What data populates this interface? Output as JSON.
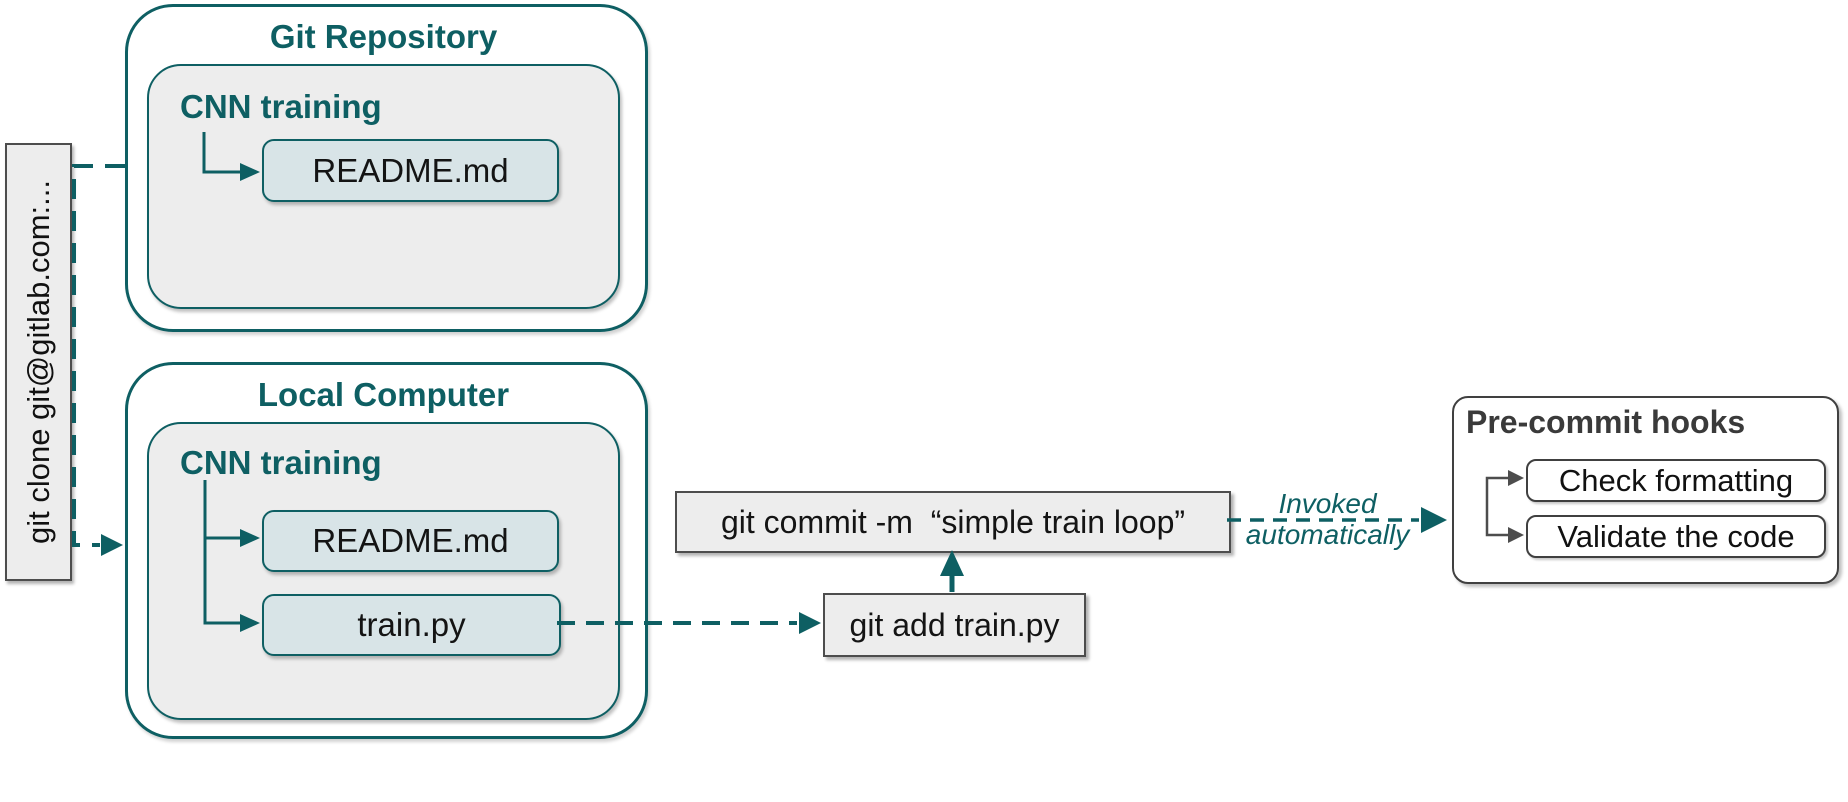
{
  "colors": {
    "accent": "#0e5f63",
    "boxBorderGray": "#4d4d4d",
    "panelFill": "#ededed",
    "fileFill": "#d8e4e7",
    "precommitBorder": "#404040",
    "precommitTitle": "#3a3a3a"
  },
  "clone_command": {
    "label": "git clone git@gitlab.com:..."
  },
  "git_repository": {
    "title": "Git Repository",
    "folder": {
      "name": "CNN training",
      "files": [
        "README.md"
      ]
    }
  },
  "local_computer": {
    "title": "Local Computer",
    "folder": {
      "name": "CNN training",
      "files": [
        "README.md",
        "train.py"
      ]
    }
  },
  "commands": {
    "commit": "git commit -m  “simple train loop”",
    "add": "git add train.py"
  },
  "annotation": {
    "line1": "Invoked",
    "line2": "automatically"
  },
  "precommit": {
    "title": "Pre-commit hooks",
    "hooks": [
      "Check formatting",
      "Validate the code"
    ]
  }
}
